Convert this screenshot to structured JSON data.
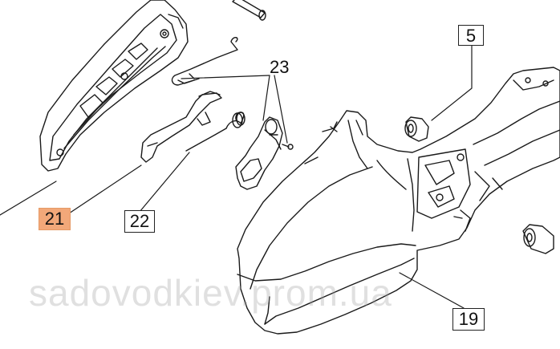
{
  "diagram": {
    "labels": {
      "part_5": "5",
      "part_19": "19",
      "part_21": "21",
      "part_22": "22",
      "part_23": "23"
    },
    "highlight_color": "#f2a879",
    "watermark": "sadovodkiev.prom.ua"
  }
}
